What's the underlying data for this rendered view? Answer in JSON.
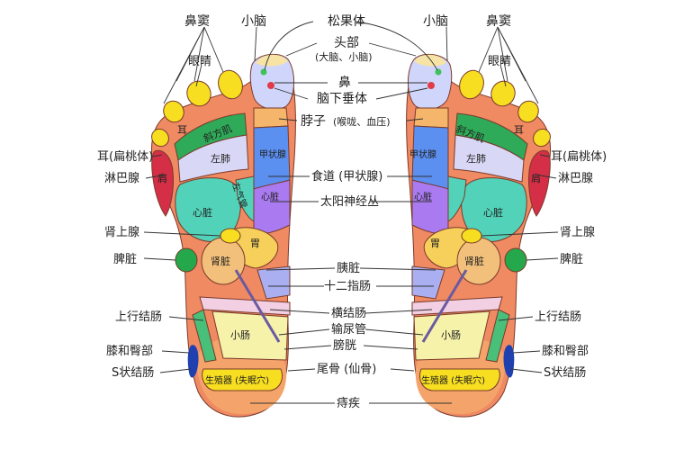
{
  "labels": {
    "sinus_l": "鼻窦",
    "cerebellum_l": "小脑",
    "pineal": "松果体",
    "cerebellum_r": "小脑",
    "sinus_r": "鼻窦",
    "head": "头部",
    "head_sub": "(大脑、小脑)",
    "eye_l": "眼睛",
    "eye_r": "眼睛",
    "nose": "鼻",
    "pituitary": "脑下垂体",
    "neck": "脖子",
    "neck_sub": "(喉咙、血压)",
    "tonsil_l": "耳(扁桃体)",
    "tonsil_r": "耳(扁桃体)",
    "lymph_l": "淋巴腺",
    "lymph_r": "淋巴腺",
    "esophagus": "食道 (甲状腺)",
    "solar": "太阳神经丛",
    "adrenal_l": "肾上腺",
    "adrenal_r": "肾上腺",
    "spleen_l": "脾脏",
    "spleen_r": "脾脏",
    "pancreas": "胰脏",
    "duodenum": "十二指肠",
    "asc_colon_l": "上行结肠",
    "asc_colon_r": "上行结肠",
    "transverse": "横结肠",
    "ureter": "输尿管",
    "bladder": "膀胱",
    "knee_l": "膝和臀部",
    "knee_r": "膝和臀部",
    "sigmoid_l": "S状结肠",
    "sigmoid_r": "S状结肠",
    "coccyx": "尾骨 (仙骨)",
    "hemorrhoid": "痔疾"
  },
  "regions": {
    "ear": "耳",
    "trapezius": "斜方肌",
    "lung_left": "左肺",
    "thyroid": "甲状腺",
    "shoulder": "肩",
    "heart_big": "心脏",
    "heart_small": "心脏",
    "left_trachea": "左气管",
    "stomach": "胃",
    "kidney": "肾脏",
    "small_intestine": "小肠",
    "genital": "生殖器 (失眠穴)"
  },
  "colors": {
    "foot_base": "#f08a63",
    "toe": "#f7de20",
    "heel": "#f4a46a",
    "neck": "#f5b56a",
    "thyroid": "#5b8ff0",
    "heart": "#52d2b9",
    "lung": "#d8d8f6",
    "trapezius": "#2eaa58",
    "shoulder": "#d42f47",
    "stomach": "#f6d05a",
    "kidney": "#f2c07a",
    "spleen": "#25a84b",
    "intestine": "#f6f2aa",
    "transverse": "#f2cfe2",
    "pancreas": "#a9aff0",
    "sigmoid": "#2040b0",
    "head": "#cfd5fb",
    "head_top": "#f7e4a4",
    "violet": "#a97af0",
    "green_colon": "#48c07a"
  }
}
